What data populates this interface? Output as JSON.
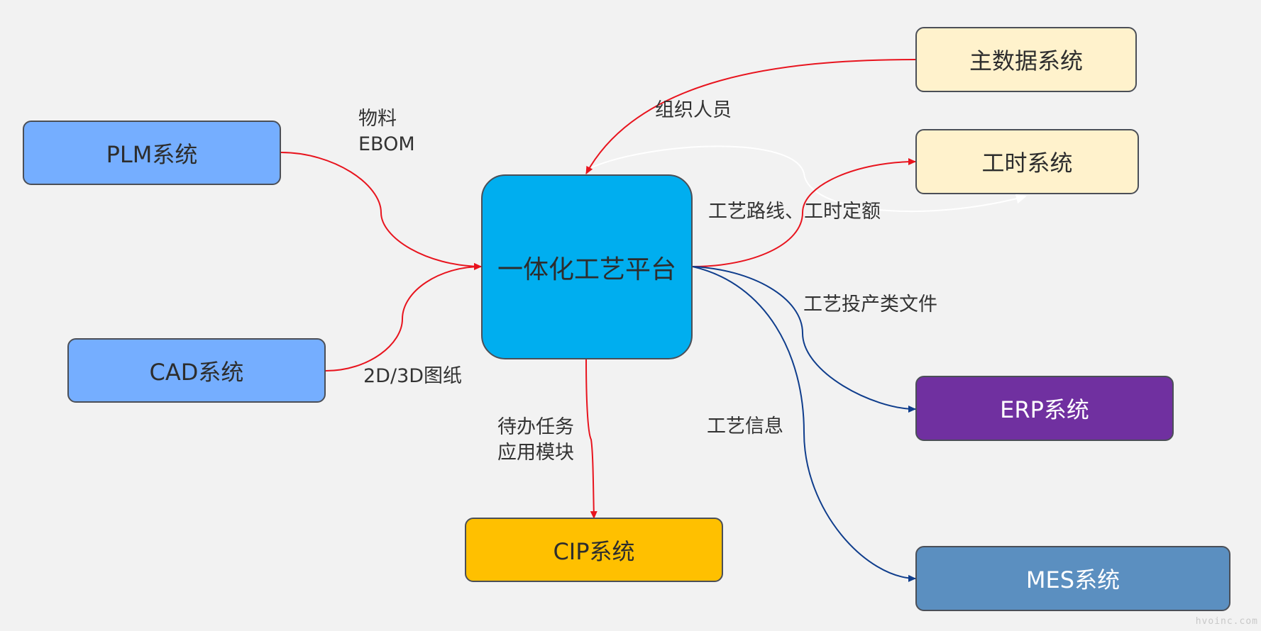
{
  "nodes": {
    "plm": "PLM系统",
    "cad": "CAD系统",
    "center": "一体化工艺平台",
    "master_data": "主数据系统",
    "labor_hours": "工时系统",
    "erp": "ERP系统",
    "mes": "MES系统",
    "cip": "CIP系统"
  },
  "edge_labels": {
    "plm_line1": "物料",
    "plm_line2": "EBOM",
    "cad": "2D/3D图纸",
    "master_data": "组织人员",
    "labor_hours": "工艺路线、工时定额",
    "erp": "工艺投产类文件",
    "mes": "工艺信息",
    "cip_line1": "待办任务",
    "cip_line2": "应用模块"
  },
  "colors": {
    "background": "#f2f2f2",
    "input_arrow": "#e8141e",
    "output_arrow": "#0f3d8c",
    "faint_arrow": "#ffffff",
    "center_fill": "#00aeef",
    "plm_cad_fill": "#75aeff",
    "cream_fill": "#fff2cc",
    "erp_fill": "#7030a0",
    "mes_fill": "#5b8fc0",
    "cip_fill": "#ffc000"
  },
  "watermark": "hvoinc.com"
}
